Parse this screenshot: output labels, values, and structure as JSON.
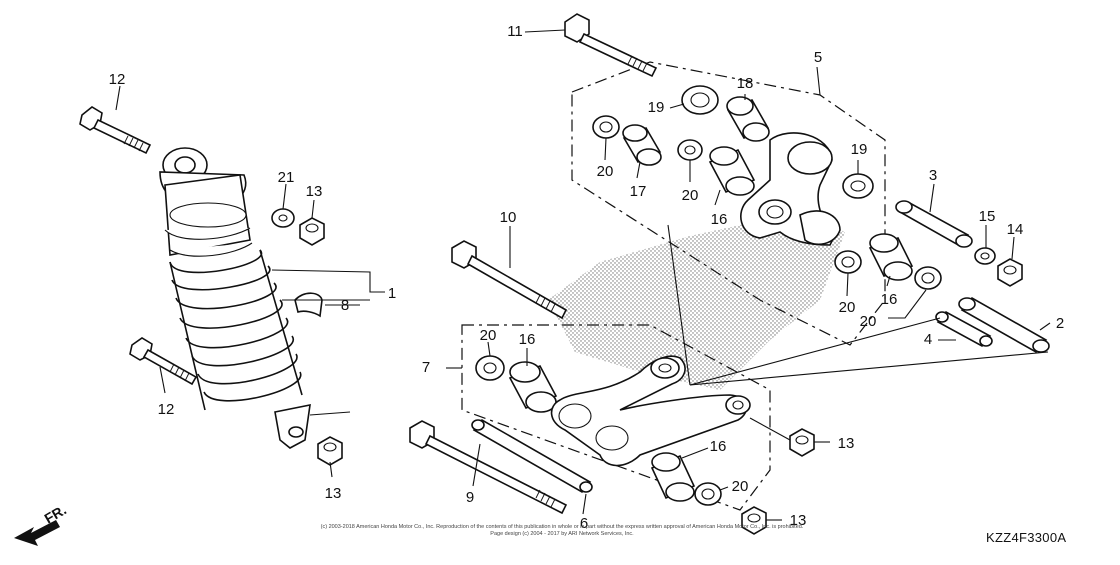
{
  "diagram": {
    "code": "KZZ4F3300A",
    "direction_label": "FR.",
    "copyright_line1": "(c) 2003-2018 American Honda Motor Co., Inc. Reproduction of the contents of this publication in whole or in part without the express written approval of American Honda Motor Co., Inc. is prohibited.",
    "copyright_line2": "Page design (c) 2004 - 2017 by ARI Network Services, Inc.",
    "callouts": [
      {
        "id": "c1",
        "label": "1"
      },
      {
        "id": "c2",
        "label": "2"
      },
      {
        "id": "c3",
        "label": "3"
      },
      {
        "id": "c4",
        "label": "4"
      },
      {
        "id": "c5",
        "label": "5"
      },
      {
        "id": "c6",
        "label": "6"
      },
      {
        "id": "c7",
        "label": "7"
      },
      {
        "id": "c8",
        "label": "8"
      },
      {
        "id": "c9",
        "label": "9"
      },
      {
        "id": "c10",
        "label": "10"
      },
      {
        "id": "c11",
        "label": "11"
      },
      {
        "id": "c12a",
        "label": "12"
      },
      {
        "id": "c12b",
        "label": "12"
      },
      {
        "id": "c13a",
        "label": "13"
      },
      {
        "id": "c13b",
        "label": "13"
      },
      {
        "id": "c13c",
        "label": "13"
      },
      {
        "id": "c13d",
        "label": "13"
      },
      {
        "id": "c14",
        "label": "14"
      },
      {
        "id": "c15",
        "label": "15"
      },
      {
        "id": "c16a",
        "label": "16"
      },
      {
        "id": "c16b",
        "label": "16"
      },
      {
        "id": "c16c",
        "label": "16"
      },
      {
        "id": "c16d",
        "label": "16"
      },
      {
        "id": "c17",
        "label": "17"
      },
      {
        "id": "c18",
        "label": "18"
      },
      {
        "id": "c19a",
        "label": "19"
      },
      {
        "id": "c19b",
        "label": "19"
      },
      {
        "id": "c20a",
        "label": "20"
      },
      {
        "id": "c20b",
        "label": "20"
      },
      {
        "id": "c20c",
        "label": "20"
      },
      {
        "id": "c20d",
        "label": "20"
      },
      {
        "id": "c20e",
        "label": "20"
      },
      {
        "id": "c20f",
        "label": "20"
      },
      {
        "id": "c21",
        "label": "21"
      }
    ]
  }
}
